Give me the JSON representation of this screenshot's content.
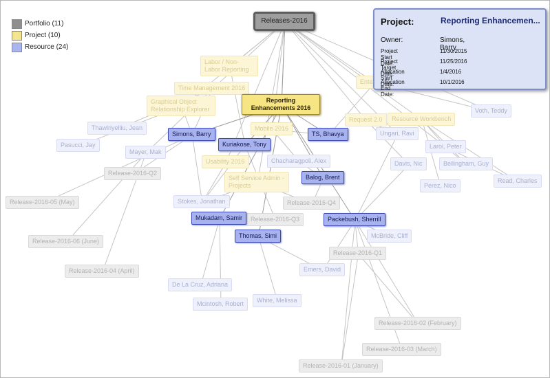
{
  "legend": [
    {
      "label": "Portfolio (11)",
      "color": "#8f8f8f"
    },
    {
      "label": "Project (10)",
      "color": "#f4e38f"
    },
    {
      "label": "Resource (24)",
      "color": "#aab4ee"
    }
  ],
  "root": {
    "label": "Releases-2016"
  },
  "focus_project": {
    "label": "Reporting Enhancements 2016"
  },
  "highlighted_resources": [
    "Simons, Barry",
    "Kuriakose, Tony",
    "TS, Bhavya",
    "Balog, Brent",
    "Mukadam, Samir",
    "Thomas, Simi",
    "Packebush, Sherrill"
  ],
  "faded_resources": [
    "Thawlriyelliu, Jean",
    "Pasucci, Jay",
    "Mayer, Mak",
    "Chacharagpoli, Alex",
    "Stokes, Jonathan",
    "De La Cruz, Adriana",
    "Mcintosh, Robert",
    "White, Melissa",
    "Emers, David",
    "McBride, Cliff",
    "Ungari, Ravi",
    "Laroi, Peter",
    "Davis, Nic",
    "Bellingham, Guy",
    "Perez, Nico",
    "Read, Charles",
    "Voth, Teddy"
  ],
  "faded_portfolios": [
    "Release-2016-Q2",
    "Release-2016-05 (May)",
    "Release-2016-06 (June)",
    "Release-2016-04 (April)",
    "Release-2016-Q4",
    "Release-2016-Q3",
    "Release-2016-Q1",
    "Release-2016-02 (February)",
    "Release-2016-03 (March)",
    "Release-2016-01 (January)"
  ],
  "faded_projects": [
    "Labor / Non-Labor Reporting",
    "Time Management 2016",
    "Graphical Object Relationship Explorer",
    "Mobile 2016",
    "Usability 2016",
    "Self Service Admin - Projects",
    "Enterprise",
    "Request 2.0",
    "Resource Workbench"
  ],
  "info_panel": {
    "heading_label": "Project:",
    "project_name": "Reporting Enhancemen...",
    "owner_label": "Owner:",
    "owner_value": "Simons, Barry",
    "rows": [
      {
        "label": "Project Start Date:",
        "value": "11/30/2015"
      },
      {
        "label": "Project Target Date:",
        "value": "11/25/2016"
      },
      {
        "label": "Allocation Start Date:",
        "value": "1/4/2016"
      },
      {
        "label": "Allocation End Date:",
        "value": "10/1/2016"
      }
    ]
  }
}
